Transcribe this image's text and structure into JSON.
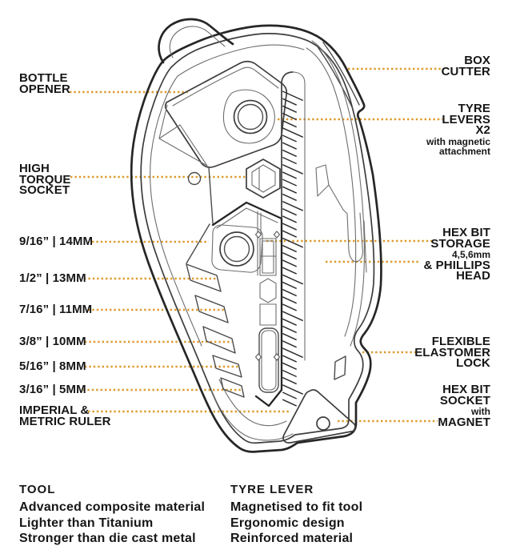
{
  "colors": {
    "accent": "#DD9B2D",
    "ink": "#161616",
    "line": "#2B2B2B"
  },
  "labels": {
    "left": [
      {
        "id": "bottle-opener",
        "main": "BOTTLE\nOPENER"
      },
      {
        "id": "high-torque-socket",
        "main": "HIGH\nTORQUE\nSOCKET"
      },
      {
        "id": "socket-9-16",
        "main": "9/16” | 14MM"
      },
      {
        "id": "socket-1-2",
        "main": "1/2” | 13MM"
      },
      {
        "id": "socket-7-16",
        "main": "7/16” | 11MM"
      },
      {
        "id": "socket-3-8",
        "main": "3/8” | 10MM"
      },
      {
        "id": "socket-5-16",
        "main": "5/16” | 8MM"
      },
      {
        "id": "socket-3-16",
        "main": "3/16” | 5MM"
      },
      {
        "id": "imperial-metric-ruler",
        "main": "IMPERIAL &\nMETRIC RULER"
      }
    ],
    "right": [
      {
        "id": "box-cutter",
        "main": "BOX\nCUTTER"
      },
      {
        "id": "tyre-levers",
        "main": "TYRE\nLEVERS\nX2",
        "sub": "with magnetic\nattachment"
      },
      {
        "id": "hex-bit-storage",
        "main": "HEX BIT\nSTORAGE",
        "sub": "4,5,6mm",
        "main2": "& PHILLIPS\nHEAD"
      },
      {
        "id": "flexible-elastomer-lock",
        "main": "FLEXIBLE\nELASTOMER\nLOCK"
      },
      {
        "id": "hex-bit-socket",
        "main": "HEX BIT\nSOCKET",
        "sub": "with",
        "main2": "MAGNET"
      }
    ]
  },
  "footnotes": [
    {
      "heading": "TOOL",
      "lines": "Advanced composite material\nLighter than Titanium\nStronger than die cast metal"
    },
    {
      "heading": "TYRE LEVER",
      "lines": "Magnetised to fit tool\nErgonomic design\nReinforced material"
    }
  ]
}
